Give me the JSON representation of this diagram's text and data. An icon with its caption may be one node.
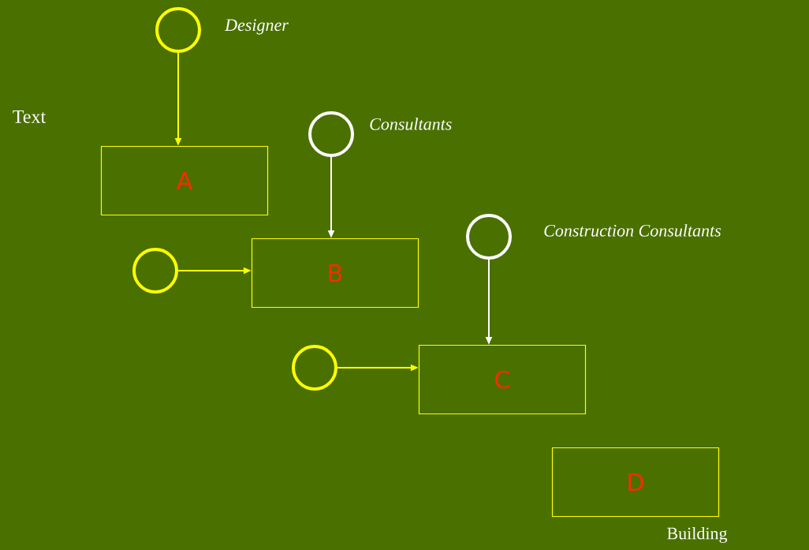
{
  "diagram": {
    "nodes": [
      {
        "text": [],
        "shape": "circle",
        "beside": [
          "Designer"
        ]
      },
      {
        "text": [
          "A"
        ]
      },
      {
        "text": [],
        "shape": "circle",
        "beside": [
          "Consultants"
        ]
      },
      {
        "text": [],
        "shape": "circle"
      },
      {
        "text": [
          "B"
        ]
      },
      {
        "text": [],
        "shape": "circle",
        "beside": [
          "Construction Consultants"
        ]
      },
      {
        "text": [],
        "shape": "circle"
      },
      {
        "text": [
          "C"
        ]
      },
      {
        "text": [
          "D"
        ],
        "beside": [
          "Building"
        ]
      }
    ],
    "edges": [
      {
        "from": 0,
        "to": 1,
        "arrow": "to"
      },
      {
        "from": 2,
        "to": 4,
        "arrow": "to",
        "color": "#ffffff"
      },
      {
        "from": 3,
        "to": 4,
        "arrow": "to"
      },
      {
        "from": 5,
        "to": 7,
        "arrow": "to",
        "color": "#ffffff"
      },
      {
        "from": 6,
        "to": 7,
        "arrow": "to"
      }
    ],
    "labels": [
      "Text"
    ]
  }
}
